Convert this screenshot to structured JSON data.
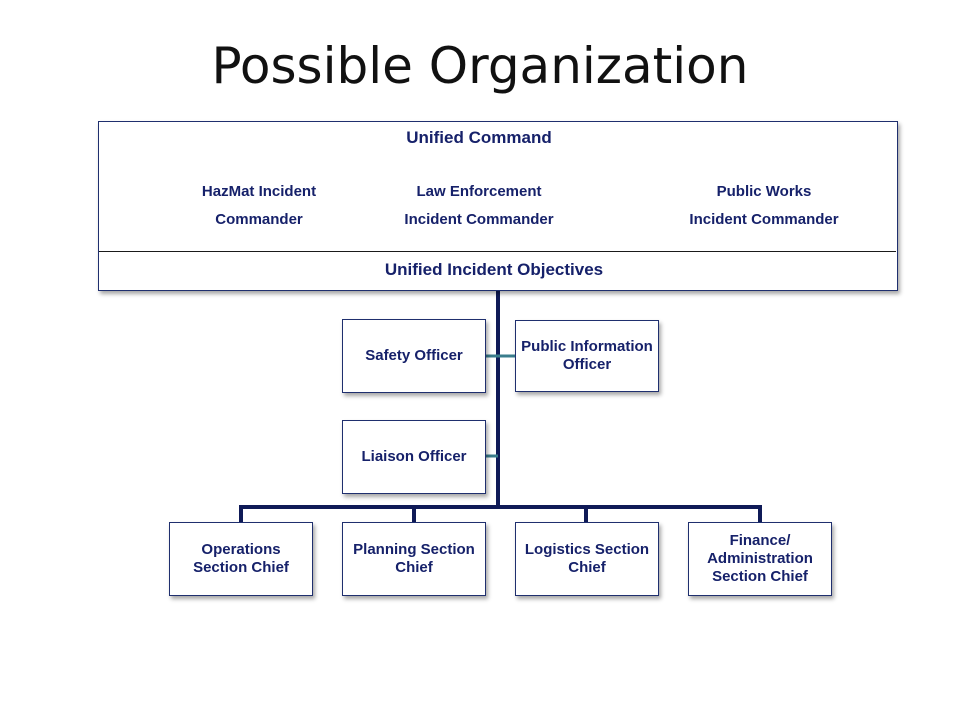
{
  "title": "Possible Organization",
  "unified_command": {
    "title": "Unified Command",
    "members": [
      {
        "line1": "HazMat Incident",
        "line2": "Commander"
      },
      {
        "line1": "Law Enforcement",
        "line2": "Incident Commander"
      },
      {
        "line1": "Public Works",
        "line2": "Incident Commander"
      }
    ],
    "objectives": "Unified Incident Objectives"
  },
  "staff": {
    "safety_officer": "Safety Officer",
    "public_information_officer": "Public Information Officer",
    "liaison_officer": "Liaison Officer"
  },
  "sections": [
    "Operations Section Chief",
    "Planning Section Chief",
    "Logistics Section Chief",
    "Finance/ Administration Section Chief"
  ],
  "colors": {
    "main_line": "#0f1a57",
    "staff_line": "#3a7d8c",
    "box_border": "#1f2f6e",
    "text": "#16216a"
  }
}
